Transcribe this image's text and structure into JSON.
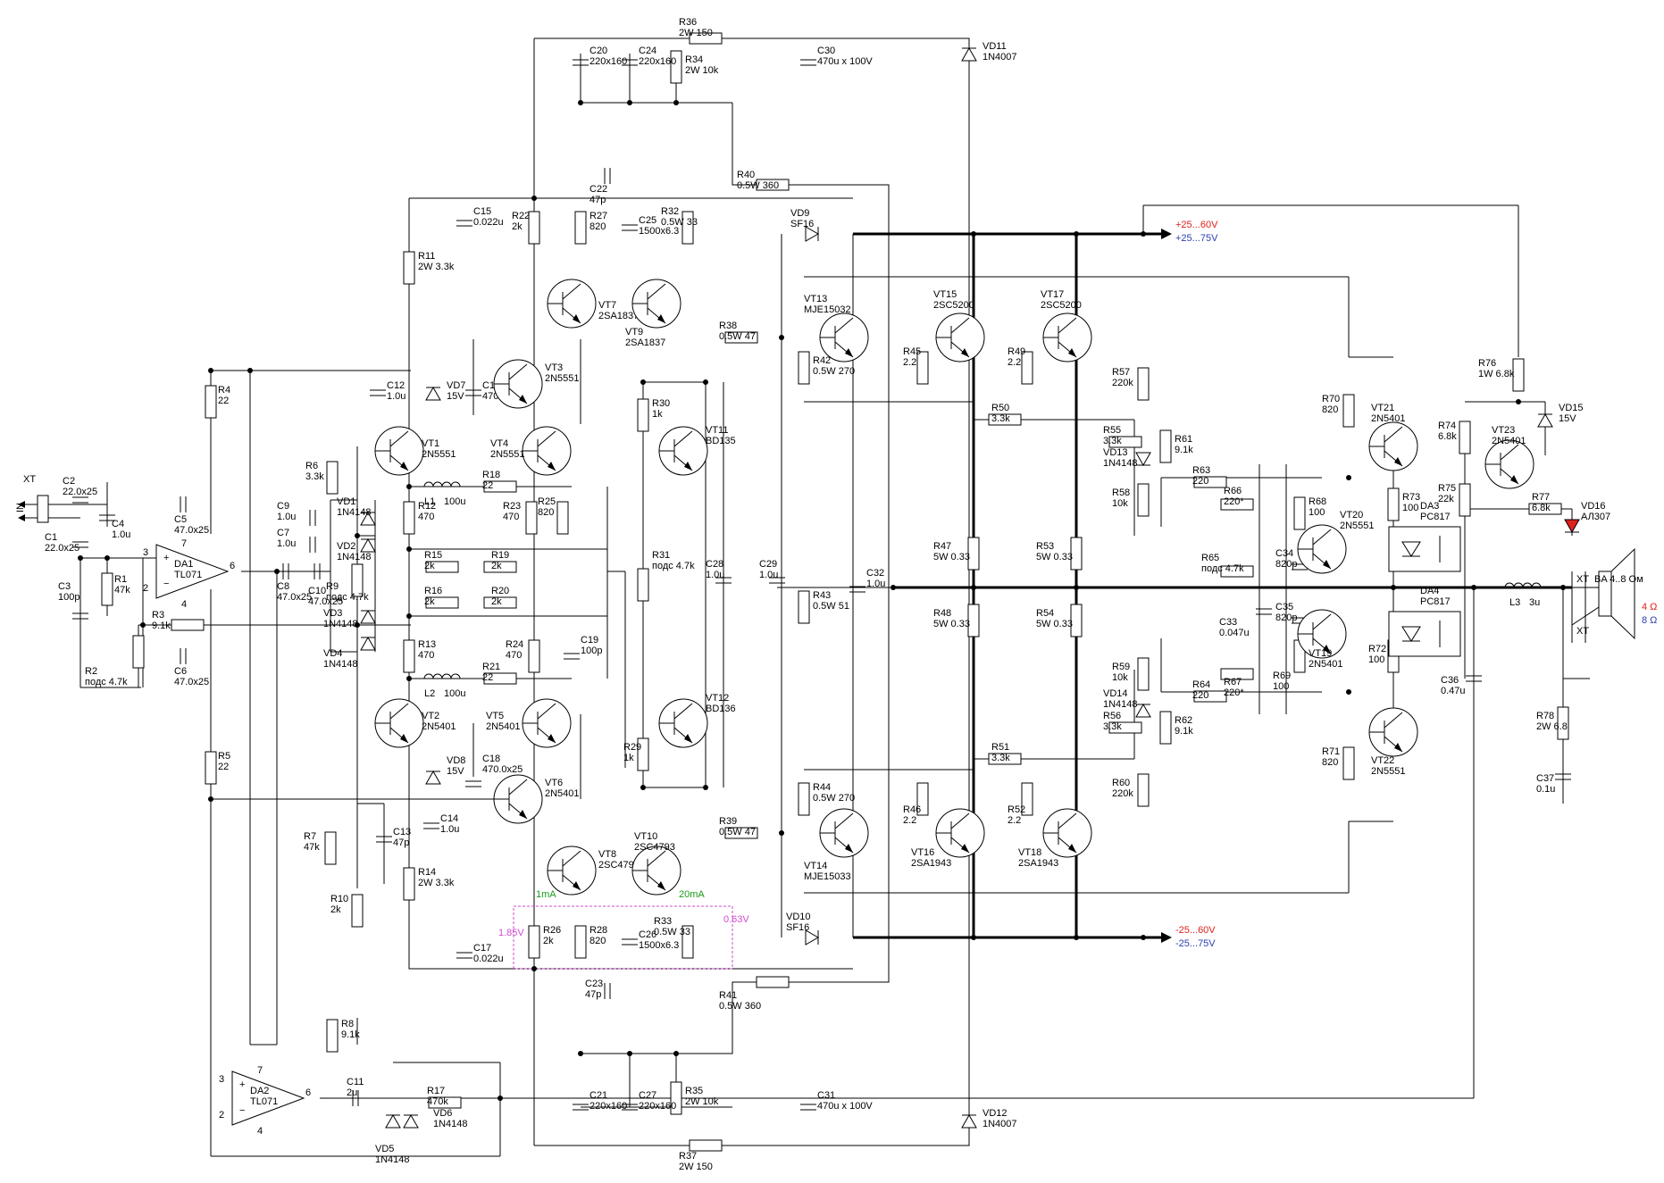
{
  "rails": {
    "pos": [
      "+25...60V",
      "+25...75V"
    ],
    "neg": [
      "-25...60V",
      "-25...75V"
    ],
    "pos_colors": [
      "#e0201c",
      "#2b3fb0"
    ]
  },
  "input": {
    "xt": "XT",
    "in": "IN"
  },
  "output": {
    "xt": "XT",
    "speaker": "BA 4..8 Ом",
    "imp4": "4 Ω",
    "imp8": "8 Ω",
    "xt_lower": "XT",
    "imp_colors": [
      "#e0201c",
      "#2b3fb0"
    ]
  },
  "probes": {
    "ma1": "1mA",
    "ma20": "20mA",
    "v185": "1.85V",
    "v063": "0.63V",
    "ma_color": "#1a9a1a",
    "v_color": "#d24bd2"
  },
  "resistors": [
    {
      "ref": "R1",
      "val": "47k"
    },
    {
      "ref": "R2",
      "val": "подс 4.7k"
    },
    {
      "ref": "R3",
      "val": "9.1k"
    },
    {
      "ref": "R4",
      "val": "22"
    },
    {
      "ref": "R5",
      "val": "22"
    },
    {
      "ref": "R6",
      "val": "3.3k"
    },
    {
      "ref": "R7",
      "val": "47k"
    },
    {
      "ref": "R8",
      "val": "9.1k"
    },
    {
      "ref": "R9",
      "val": "подс 4.7k"
    },
    {
      "ref": "R10",
      "val": "2k"
    },
    {
      "ref": "R11",
      "val": "2W 3.3k"
    },
    {
      "ref": "R12",
      "val": "470"
    },
    {
      "ref": "R13",
      "val": "470"
    },
    {
      "ref": "R14",
      "val": "2W 3.3k"
    },
    {
      "ref": "R15",
      "val": "2k"
    },
    {
      "ref": "R16",
      "val": "2k"
    },
    {
      "ref": "R17",
      "val": "470k"
    },
    {
      "ref": "R18",
      "val": "22"
    },
    {
      "ref": "R19",
      "val": "2k"
    },
    {
      "ref": "R20",
      "val": "2k"
    },
    {
      "ref": "R21",
      "val": "22"
    },
    {
      "ref": "R22",
      "val": "2k"
    },
    {
      "ref": "R23",
      "val": "470"
    },
    {
      "ref": "R24",
      "val": "470"
    },
    {
      "ref": "R25",
      "val": "820"
    },
    {
      "ref": "R26",
      "val": "2k"
    },
    {
      "ref": "R27",
      "val": "820"
    },
    {
      "ref": "R28",
      "val": "820"
    },
    {
      "ref": "R29",
      "val": "1k"
    },
    {
      "ref": "R30",
      "val": "1k"
    },
    {
      "ref": "R31",
      "val": "подс 4.7k"
    },
    {
      "ref": "R32",
      "val": "0.5W 33"
    },
    {
      "ref": "R33",
      "val": "0.5W 33"
    },
    {
      "ref": "R34",
      "val": "2W 10k"
    },
    {
      "ref": "R35",
      "val": "2W 10k"
    },
    {
      "ref": "R36",
      "val": "2W 150"
    },
    {
      "ref": "R37",
      "val": "2W 150"
    },
    {
      "ref": "R38",
      "val": "0.5W 47"
    },
    {
      "ref": "R39",
      "val": "0.5W 47"
    },
    {
      "ref": "R40",
      "val": "0.5W 360"
    },
    {
      "ref": "R41",
      "val": "0.5W 360"
    },
    {
      "ref": "R42",
      "val": "0.5W 270"
    },
    {
      "ref": "R43",
      "val": "0.5W 51"
    },
    {
      "ref": "R44",
      "val": "0.5W 270"
    },
    {
      "ref": "R45",
      "val": "2.2"
    },
    {
      "ref": "R46",
      "val": "2.2"
    },
    {
      "ref": "R47",
      "val": "5W 0.33"
    },
    {
      "ref": "R48",
      "val": "5W 0.33"
    },
    {
      "ref": "R49",
      "val": "2.2"
    },
    {
      "ref": "R50",
      "val": "3.3k"
    },
    {
      "ref": "R51",
      "val": "3.3k"
    },
    {
      "ref": "R52",
      "val": "2.2"
    },
    {
      "ref": "R53",
      "val": "5W 0.33"
    },
    {
      "ref": "R54",
      "val": "5W 0.33"
    },
    {
      "ref": "R55",
      "val": "3.3k"
    },
    {
      "ref": "R56",
      "val": "3.3k"
    },
    {
      "ref": "R57",
      "val": "220k"
    },
    {
      "ref": "R58",
      "val": "10k"
    },
    {
      "ref": "R59",
      "val": "10k"
    },
    {
      "ref": "R60",
      "val": "220k"
    },
    {
      "ref": "R61",
      "val": "9.1k"
    },
    {
      "ref": "R62",
      "val": "9.1k"
    },
    {
      "ref": "R63",
      "val": "220"
    },
    {
      "ref": "R64",
      "val": "220"
    },
    {
      "ref": "R65",
      "val": "подс 4.7k"
    },
    {
      "ref": "R66",
      "val": "220*"
    },
    {
      "ref": "R67",
      "val": "220*"
    },
    {
      "ref": "R68",
      "val": "100"
    },
    {
      "ref": "R69",
      "val": "100"
    },
    {
      "ref": "R70",
      "val": "820"
    },
    {
      "ref": "R71",
      "val": "820"
    },
    {
      "ref": "R72",
      "val": "100"
    },
    {
      "ref": "R73",
      "val": "100"
    },
    {
      "ref": "R74",
      "val": "6.8k"
    },
    {
      "ref": "R75",
      "val": "22k"
    },
    {
      "ref": "R76",
      "val": "1W 6.8k"
    },
    {
      "ref": "R77",
      "val": "6.8k"
    },
    {
      "ref": "R78",
      "val": "2W 6.8"
    }
  ],
  "capacitors": [
    {
      "ref": "C1",
      "val": "22.0x25"
    },
    {
      "ref": "C2",
      "val": "22.0x25"
    },
    {
      "ref": "C3",
      "val": "100p"
    },
    {
      "ref": "C4",
      "val": "1.0u"
    },
    {
      "ref": "C5",
      "val": "47.0x25"
    },
    {
      "ref": "C6",
      "val": "47.0x25"
    },
    {
      "ref": "C7",
      "val": "1.0u"
    },
    {
      "ref": "C8",
      "val": "47.0x25"
    },
    {
      "ref": "C9",
      "val": "1.0u"
    },
    {
      "ref": "C10",
      "val": "47.0x25"
    },
    {
      "ref": "C11",
      "val": "2u"
    },
    {
      "ref": "C12",
      "val": "1.0u"
    },
    {
      "ref": "C13",
      "val": "47p"
    },
    {
      "ref": "C14",
      "val": "1.0u"
    },
    {
      "ref": "C15",
      "val": "0.022u"
    },
    {
      "ref": "C16",
      "val": "470.0x25"
    },
    {
      "ref": "C17",
      "val": "0.022u"
    },
    {
      "ref": "C18",
      "val": "470.0x25"
    },
    {
      "ref": "C19",
      "val": "100p"
    },
    {
      "ref": "C20",
      "val": "220x160"
    },
    {
      "ref": "C21",
      "val": "220x160"
    },
    {
      "ref": "C22",
      "val": "47p"
    },
    {
      "ref": "C23",
      "val": "47p"
    },
    {
      "ref": "C24",
      "val": "220x160"
    },
    {
      "ref": "C25",
      "val": "1500x6.3"
    },
    {
      "ref": "C26",
      "val": "1500x6.3"
    },
    {
      "ref": "C27",
      "val": "220x160"
    },
    {
      "ref": "C28",
      "val": "1.0u"
    },
    {
      "ref": "C29",
      "val": "1.0u"
    },
    {
      "ref": "C30",
      "val": "470u x 100V"
    },
    {
      "ref": "C31",
      "val": "470u x 100V"
    },
    {
      "ref": "C32",
      "val": "1.0u"
    },
    {
      "ref": "C33",
      "val": "0.047u"
    },
    {
      "ref": "C34",
      "val": "820p"
    },
    {
      "ref": "C35",
      "val": "820p"
    },
    {
      "ref": "C36",
      "val": "0.47u"
    },
    {
      "ref": "C37",
      "val": "0.1u"
    }
  ],
  "transistors": [
    {
      "ref": "VT1",
      "val": "2N5551"
    },
    {
      "ref": "VT2",
      "val": "2N5401"
    },
    {
      "ref": "VT3",
      "val": "2N5551"
    },
    {
      "ref": "VT4",
      "val": "2N5551"
    },
    {
      "ref": "VT5",
      "val": "2N5401"
    },
    {
      "ref": "VT6",
      "val": "2N5401"
    },
    {
      "ref": "VT7",
      "val": "2SA1837"
    },
    {
      "ref": "VT8",
      "val": "2SC4793"
    },
    {
      "ref": "VT9",
      "val": "2SA1837"
    },
    {
      "ref": "VT10",
      "val": "2SC4793"
    },
    {
      "ref": "VT11",
      "val": "BD135"
    },
    {
      "ref": "VT12",
      "val": "BD136"
    },
    {
      "ref": "VT13",
      "val": "MJE15032"
    },
    {
      "ref": "VT14",
      "val": "MJE15033"
    },
    {
      "ref": "VT15",
      "val": "2SC5200"
    },
    {
      "ref": "VT16",
      "val": "2SA1943"
    },
    {
      "ref": "VT17",
      "val": "2SC5200"
    },
    {
      "ref": "VT18",
      "val": "2SA1943"
    },
    {
      "ref": "VT19",
      "val": "2N5401"
    },
    {
      "ref": "VT20",
      "val": "2N5551"
    },
    {
      "ref": "VT21",
      "val": "2N5401"
    },
    {
      "ref": "VT22",
      "val": "2N5551"
    },
    {
      "ref": "VT23",
      "val": "2N5401"
    }
  ],
  "diodes": [
    {
      "ref": "VD1",
      "val": "1N4148"
    },
    {
      "ref": "VD2",
      "val": "1N4148"
    },
    {
      "ref": "VD3",
      "val": "1N4148"
    },
    {
      "ref": "VD4",
      "val": "1N4148"
    },
    {
      "ref": "VD5",
      "val": "1N4148"
    },
    {
      "ref": "VD6",
      "val": "1N4148"
    },
    {
      "ref": "VD7",
      "val": "15V"
    },
    {
      "ref": "VD8",
      "val": "15V"
    },
    {
      "ref": "VD9",
      "val": "SF16"
    },
    {
      "ref": "VD10",
      "val": "SF16"
    },
    {
      "ref": "VD11",
      "val": "1N4007"
    },
    {
      "ref": "VD12",
      "val": "1N4007"
    },
    {
      "ref": "VD13",
      "val": "1N4148"
    },
    {
      "ref": "VD14",
      "val": "1N4148"
    },
    {
      "ref": "VD15",
      "val": "15V"
    },
    {
      "ref": "VD16",
      "val": "АЛ307"
    }
  ],
  "inductors": [
    {
      "ref": "L1",
      "val": "100u"
    },
    {
      "ref": "L2",
      "val": "100u"
    },
    {
      "ref": "L3",
      "val": "3u"
    }
  ],
  "ics": [
    {
      "ref": "DA1",
      "val": "TL071"
    },
    {
      "ref": "DA2",
      "val": "TL071"
    },
    {
      "ref": "DA3",
      "val": "PC817"
    },
    {
      "ref": "DA4",
      "val": "PC817"
    }
  ],
  "pins": {
    "p2": "2",
    "p3": "3",
    "p4": "4",
    "p6": "6",
    "p7": "7",
    "plus": "+",
    "minus": "−"
  }
}
